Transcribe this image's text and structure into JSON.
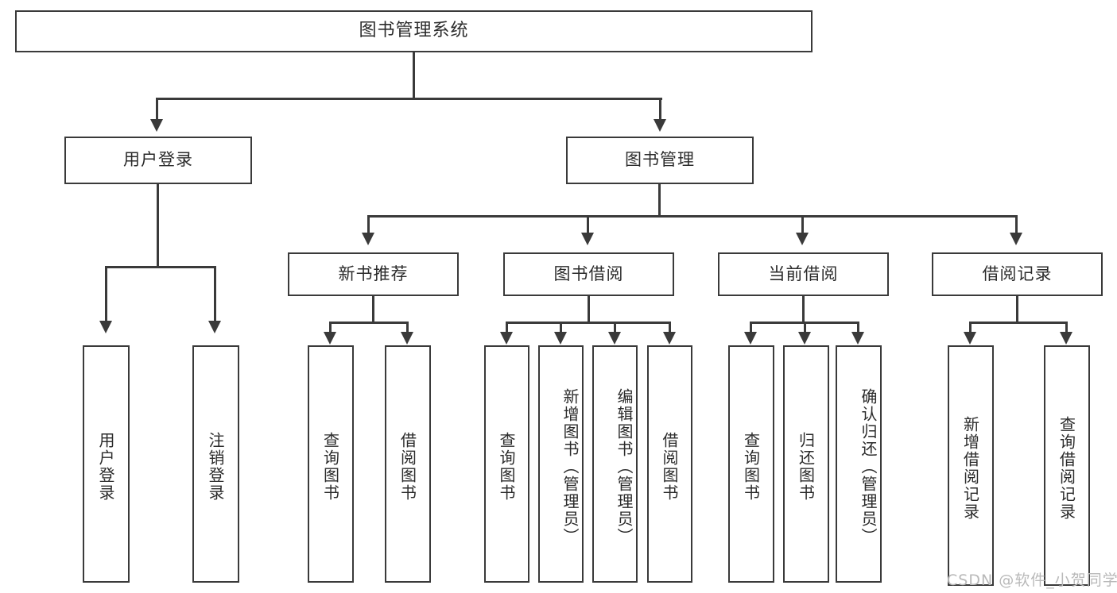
{
  "diagram": {
    "title": "图书管理系统",
    "type": "tree",
    "root": {
      "label": "图书管理系统"
    },
    "level1": [
      {
        "label": "用户登录"
      },
      {
        "label": "图书管理"
      }
    ],
    "level2": [
      {
        "label": "新书推荐"
      },
      {
        "label": "图书借阅"
      },
      {
        "label": "当前借阅"
      },
      {
        "label": "借阅记录"
      }
    ],
    "leaves_user_login": [
      {
        "label": "用户登录"
      },
      {
        "label": "注销登录"
      }
    ],
    "leaves_new_books": [
      {
        "label": "查询图书"
      },
      {
        "label": "借阅图书"
      }
    ],
    "leaves_borrow": [
      {
        "label": "查询图书"
      },
      {
        "label": "新增图书（管理员）"
      },
      {
        "label": "编辑图书（管理员）"
      },
      {
        "label": "借阅图书"
      }
    ],
    "leaves_current": [
      {
        "label": "查询图书"
      },
      {
        "label": "归还图书"
      },
      {
        "label": "确认归还（管理员）"
      }
    ],
    "leaves_records": [
      {
        "label": "新增借阅记录"
      },
      {
        "label": "查询借阅记录"
      }
    ],
    "watermark": "CSDN @软件_小贺同学",
    "colors": {
      "stroke": "#3a3a3a",
      "fill": "#ffffff",
      "text": "#2b2b2b",
      "watermark": "#b9b9b9"
    }
  }
}
